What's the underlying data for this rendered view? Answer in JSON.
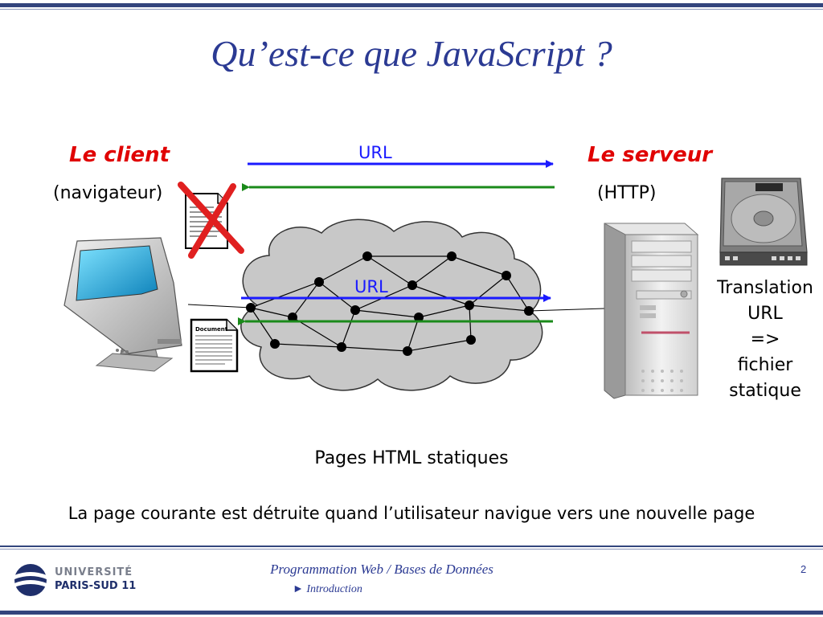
{
  "slide": {
    "title": "Qu’est-ce que JavaScript ?",
    "client_label": "Le client",
    "client_sub": "(navigateur)",
    "server_label": "Le serveur",
    "server_sub": "(HTTP)",
    "url_top": "URL",
    "url_cloud": "URL",
    "translation_lines": [
      "Translation",
      "URL",
      "=>",
      "fichier",
      "statique"
    ],
    "pages_caption": "Pages HTML statiques",
    "note": "La page courante est détruite quand l’utilisateur navigue vers une nouvelle page"
  },
  "footer": {
    "course_title": "Programmation Web / Bases de Données",
    "section": "► Introduction",
    "page_number": "2",
    "logo_line1": "UNIVERSITÉ",
    "logo_line2": "PARIS-SUD 11"
  },
  "doc_icon_text": "Document",
  "colors": {
    "title": "#2b3a93",
    "role": "#e00000",
    "request_arrow": "#1a1aff",
    "response_arrow": "#1a8a1a",
    "cross": "#e02020",
    "cloud": "#c8c8c8",
    "rule": "#33457d"
  }
}
